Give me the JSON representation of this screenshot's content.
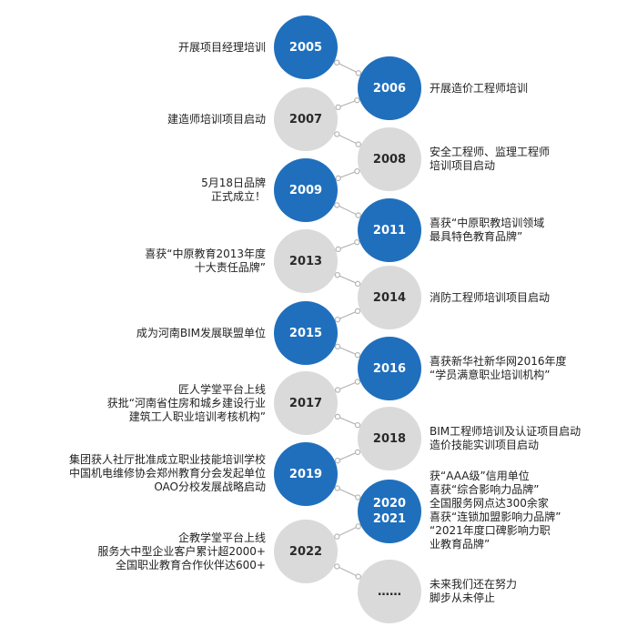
{
  "milestones": [
    {
      "year": "2005",
      "color": "blue",
      "side": "left",
      "text": "开展项目经理培训"
    },
    {
      "year": "2006",
      "color": "blue",
      "side": "right",
      "text": "开展造价工程师培训"
    },
    {
      "year": "2007",
      "color": "gray",
      "side": "left",
      "text": "建造师培训项目启动"
    },
    {
      "year": "2008",
      "color": "gray",
      "side": "right",
      "text": "安全工程师、监理工程师\n培训项目启动"
    },
    {
      "year": "2009",
      "color": "blue",
      "side": "left",
      "text": "5月18日品牌\n正式成立！"
    },
    {
      "year": "2011",
      "color": "blue",
      "side": "right",
      "text": "喜获“中原职教培训领域\n最具特色教育品牌”"
    },
    {
      "year": "2013",
      "color": "gray",
      "side": "left",
      "text": "喜获“中原教育2013年度\n十大责任品牌”"
    },
    {
      "year": "2014",
      "color": "gray",
      "side": "right",
      "text": "消防工程师培训项目启动"
    },
    {
      "year": "2015",
      "color": "blue",
      "side": "left",
      "text": "成为河南BIM发展联盟单位"
    },
    {
      "year": "2016",
      "color": "blue",
      "side": "right",
      "text": "喜获新华社新华网2016年度\n“学员满意职业培训机构”"
    },
    {
      "year": "2017",
      "color": "gray",
      "side": "left",
      "text": "匠人学堂平台上线\n获批“河南省住房和城乡建设行业\n建筑工人职业培训考核机构”"
    },
    {
      "year": "2018",
      "color": "gray",
      "side": "right",
      "text": "BIM工程师培训及认证项目启动\n造价技能实训项目启动"
    },
    {
      "year": "2019",
      "color": "blue",
      "side": "left",
      "text": "集团获人社厅批准成立职业技能培训学校\n中国机电维修协会郑州教育分会发起单位\nOAO分校发展战略启动"
    },
    {
      "year": "2020\n2021",
      "color": "blue",
      "side": "right",
      "text": "获“AAA级”信用单位\n喜获“综合影响力品牌”\n全国服务网点达300余家\n喜获“连锁加盟影响力品牌”\n“2021年度口碑影响力职\n业教育品牌”"
    },
    {
      "year": "2022",
      "color": "gray",
      "side": "left",
      "text": "企教学堂平台上线\n服务大中型企业客户累计超2000+\n全国职业教育合作伙伴达600+"
    },
    {
      "year": "……",
      "color": "gray",
      "side": "right",
      "text": "未来我们还在努力\n脚步从未停止"
    }
  ],
  "colors": {
    "blue": "#1f6fbd",
    "gray": "#dadada",
    "connector": "#b5b5b5"
  }
}
